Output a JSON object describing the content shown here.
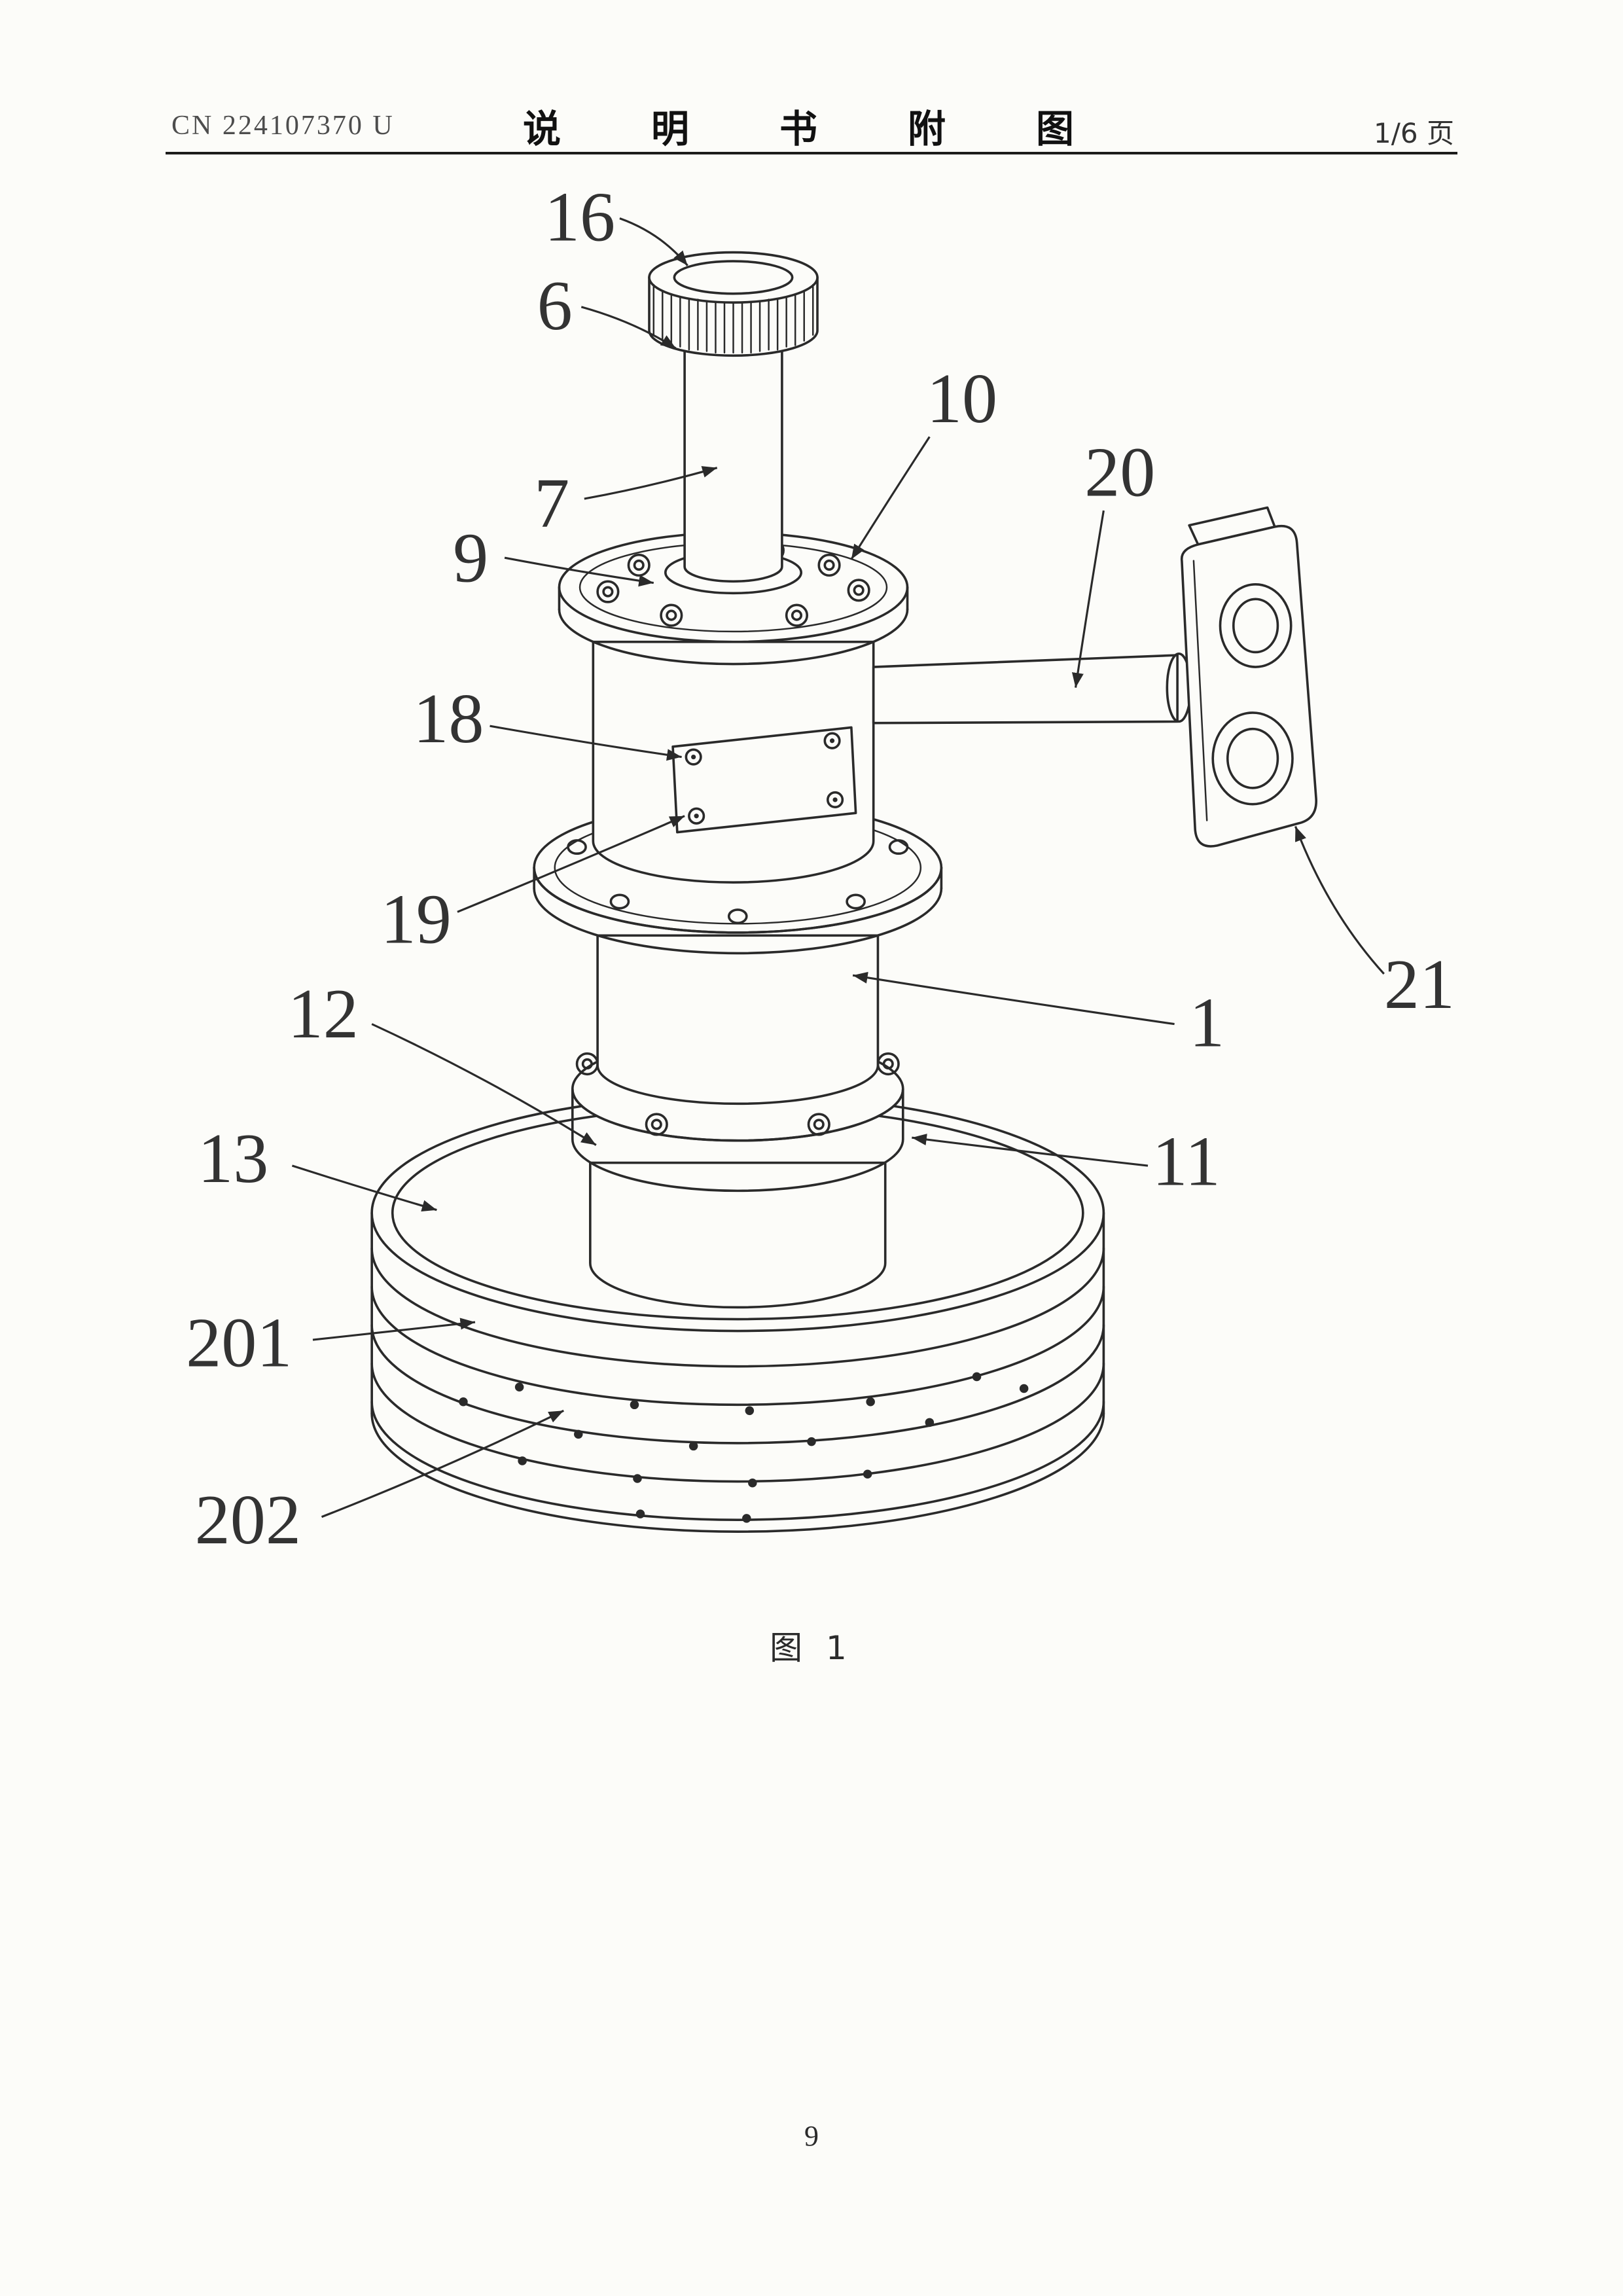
{
  "header": {
    "patent_number": "CN 224107370 U",
    "doc_title": "说　明　书　附　图",
    "page_indicator": "1/6 页"
  },
  "figure": {
    "caption": "图 1",
    "labels": [
      {
        "ref": "16"
      },
      {
        "ref": "6"
      },
      {
        "ref": "7"
      },
      {
        "ref": "9"
      },
      {
        "ref": "10"
      },
      {
        "ref": "20"
      },
      {
        "ref": "18"
      },
      {
        "ref": "19"
      },
      {
        "ref": "12"
      },
      {
        "ref": "13"
      },
      {
        "ref": "201"
      },
      {
        "ref": "202"
      },
      {
        "ref": "1"
      },
      {
        "ref": "11"
      },
      {
        "ref": "21"
      }
    ]
  },
  "footer": {
    "page_number": "9"
  },
  "colors": {
    "ink": "#2a2a2a",
    "paper": "#fcfcf9"
  }
}
